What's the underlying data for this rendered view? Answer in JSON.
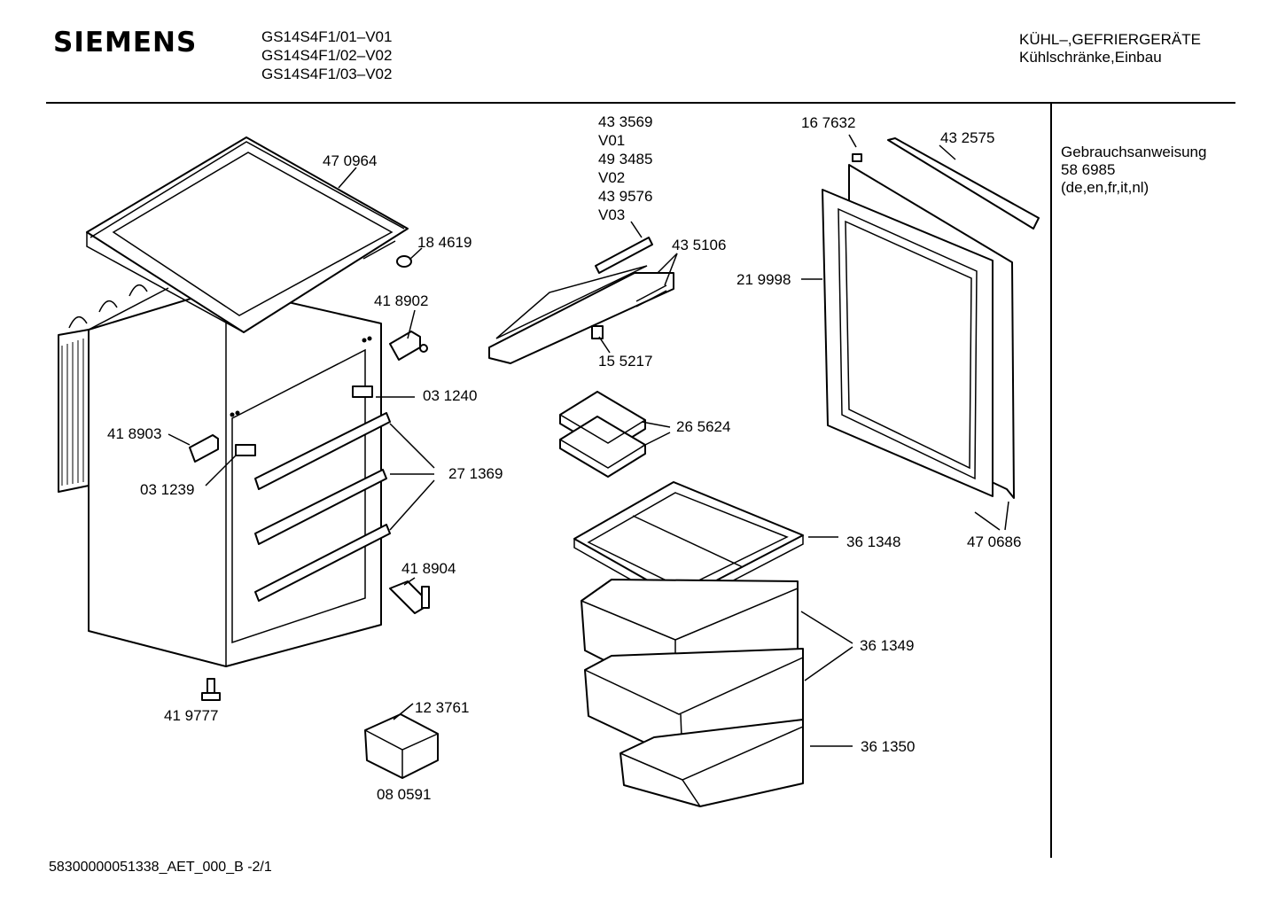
{
  "header": {
    "brand": "SIEMENS",
    "models": [
      "GS14S4F1/01–V01",
      "GS14S4F1/02–V02",
      "GS14S4F1/03–V02"
    ],
    "category_line1": "KÜHL–,GEFRIERGERÄTE",
    "category_line2": "Kühlschränke,Einbau"
  },
  "manual": {
    "title": "Gebrauchsanweisung",
    "number": "58 6985",
    "languages": "(de,en,fr,it,nl)"
  },
  "footer": "58300000051338_AET_000_B  -2/1",
  "parts": {
    "p470964": "47 0964",
    "p184619": "18 4619",
    "p418902": "41 8902",
    "p031240": "03 1240",
    "p418903": "41 8903",
    "p031239": "03 1239",
    "p271369": "27 1369",
    "p418904": "41 8904",
    "p419777": "41 9777",
    "p123761": "12 3761",
    "p080591": "08 0591",
    "p433569": "43 3569",
    "v01": "V01",
    "p493485": "49 3485",
    "v02": "V02",
    "p439576": "43 9576",
    "v03": "V03",
    "p435106": "43 5106",
    "p155217": "15 5217",
    "p265624": "26 5624",
    "p361348": "36 1348",
    "p361349": "36 1349",
    "p361350": "36 1350",
    "p167632": "16 7632",
    "p432575": "43 2575",
    "p219998": "21 9998",
    "p470686": "47 0686"
  }
}
